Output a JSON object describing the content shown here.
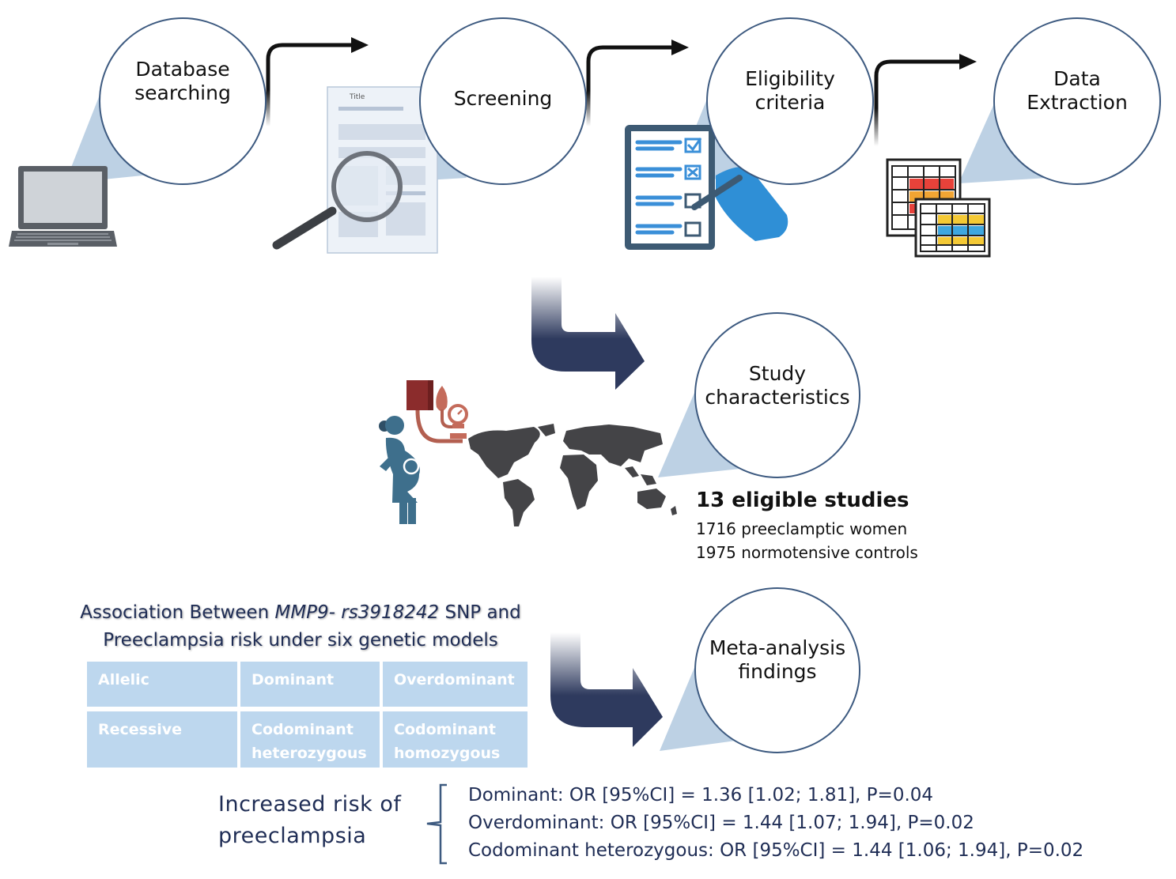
{
  "steps": [
    {
      "id": "database",
      "lines": [
        "Database",
        "searching"
      ]
    },
    {
      "id": "screening",
      "lines": [
        "Screening"
      ]
    },
    {
      "id": "eligibility",
      "lines": [
        "Eligibility",
        "criteria"
      ]
    },
    {
      "id": "extraction",
      "lines": [
        "Data",
        "Extraction"
      ]
    },
    {
      "id": "characteristics",
      "lines": [
        "Study",
        "characteristics"
      ]
    },
    {
      "id": "findings",
      "lines": [
        "Meta-analysis",
        "findings"
      ]
    }
  ],
  "document_icon": {
    "title": "Title"
  },
  "eligible": {
    "title": "13 eligible studies",
    "line1": "1716 preeclamptic women",
    "line2": "1975 normotensive controls"
  },
  "association": {
    "line1_pre": "Association Between ",
    "line1_gene": "MMP9- rs3918242",
    "line1_post": " SNP and",
    "line2": "Preeclampsia risk under six genetic models"
  },
  "models": [
    [
      "Allelic"
    ],
    [
      "Dominant"
    ],
    [
      "Overdominant"
    ],
    [
      "Recessive"
    ],
    [
      "Codominant",
      "heterozygous"
    ],
    [
      "Codominant",
      "homozygous"
    ]
  ],
  "risk": {
    "line1": "Increased risk of",
    "line2": "preeclampsia"
  },
  "results": [
    "Dominant: OR [95%CI] = 1.36 [1.02; 1.81], P=0.04",
    "Overdominant: OR [95%CI] = 1.44 [1.07; 1.94], P=0.02",
    "Codominant heterozygous: OR [95%CI] = 1.44 [1.06; 1.94], P=0.02"
  ],
  "colors": {
    "circle_stroke": "#3d5a80",
    "callout": "#bdd1e4",
    "navy": "#2e3a5e",
    "table_fill": "#bdd7ee",
    "text_navy": "#1f2d55"
  },
  "icons": [
    "laptop-icon",
    "magnifier-document-icon",
    "checklist-icon",
    "spreadsheet-icon",
    "pregnant-woman-icon",
    "blood-pressure-icon",
    "world-map-icon"
  ]
}
